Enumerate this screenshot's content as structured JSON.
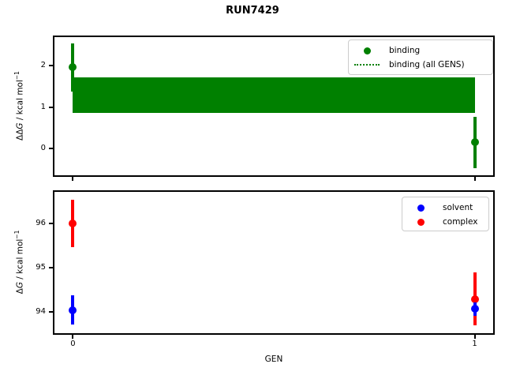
{
  "title": "RUN7429",
  "xlabel": "GEN",
  "colors": {
    "binding": "#008000",
    "solvent": "#0000ff",
    "complex": "#ff0000",
    "band": "#008000",
    "spine": "#000000",
    "legend_border": "#cccccc",
    "background": "#ffffff"
  },
  "chart_data": [
    {
      "type": "scatter",
      "panel": "top",
      "ylabel": "ΔΔG / kcal mol⁻¹",
      "ylabel_parts": {
        "delta": "ΔΔ",
        "symbol": "G",
        "unit": " / kcal mol",
        "sup": "−1"
      },
      "xlim": [
        -0.046,
        1.046
      ],
      "ylim": [
        -0.64,
        2.68
      ],
      "yticks": [
        0,
        1,
        2
      ],
      "xticks": [
        0,
        1
      ],
      "xtick_labels": null,
      "grid": false,
      "legend_position": "upper right",
      "legend": [
        {
          "label": "binding",
          "swatch": "dot",
          "color": "#008000"
        },
        {
          "label": "binding (all GENS)",
          "swatch": "dotted-line",
          "color": "#008000"
        }
      ],
      "series": [
        {
          "name": "binding",
          "color": "#008000",
          "x": [
            0,
            1
          ],
          "y": [
            1.95,
            0.15
          ],
          "yerr": [
            0.57,
            0.62
          ]
        }
      ],
      "band": {
        "name": "binding-all-gens",
        "color": "#008000",
        "x": [
          0,
          1
        ],
        "ylow": 0.86,
        "yhigh": 1.72
      }
    },
    {
      "type": "scatter",
      "panel": "bottom",
      "ylabel": "ΔG / kcal mol⁻¹",
      "ylabel_parts": {
        "delta": "Δ",
        "symbol": "G",
        "unit": " / kcal mol",
        "sup": "−1"
      },
      "xlim": [
        -0.046,
        1.046
      ],
      "ylim": [
        93.52,
        96.71
      ],
      "yticks": [
        94,
        95,
        96
      ],
      "xticks": [
        0,
        1
      ],
      "xtick_labels": [
        "0",
        "1"
      ],
      "grid": false,
      "legend_position": "upper right",
      "legend": [
        {
          "label": "solvent",
          "swatch": "dot",
          "color": "#0000ff"
        },
        {
          "label": "complex",
          "swatch": "dot",
          "color": "#ff0000"
        }
      ],
      "series": [
        {
          "name": "complex",
          "color": "#ff0000",
          "x": [
            0,
            1
          ],
          "y": [
            96.0,
            94.29
          ],
          "yerr": [
            0.53,
            0.6
          ]
        },
        {
          "name": "solvent",
          "color": "#0000ff",
          "x": [
            0,
            1
          ],
          "y": [
            94.04,
            94.07
          ],
          "yerr": [
            0.33,
            0.15
          ]
        }
      ]
    }
  ]
}
